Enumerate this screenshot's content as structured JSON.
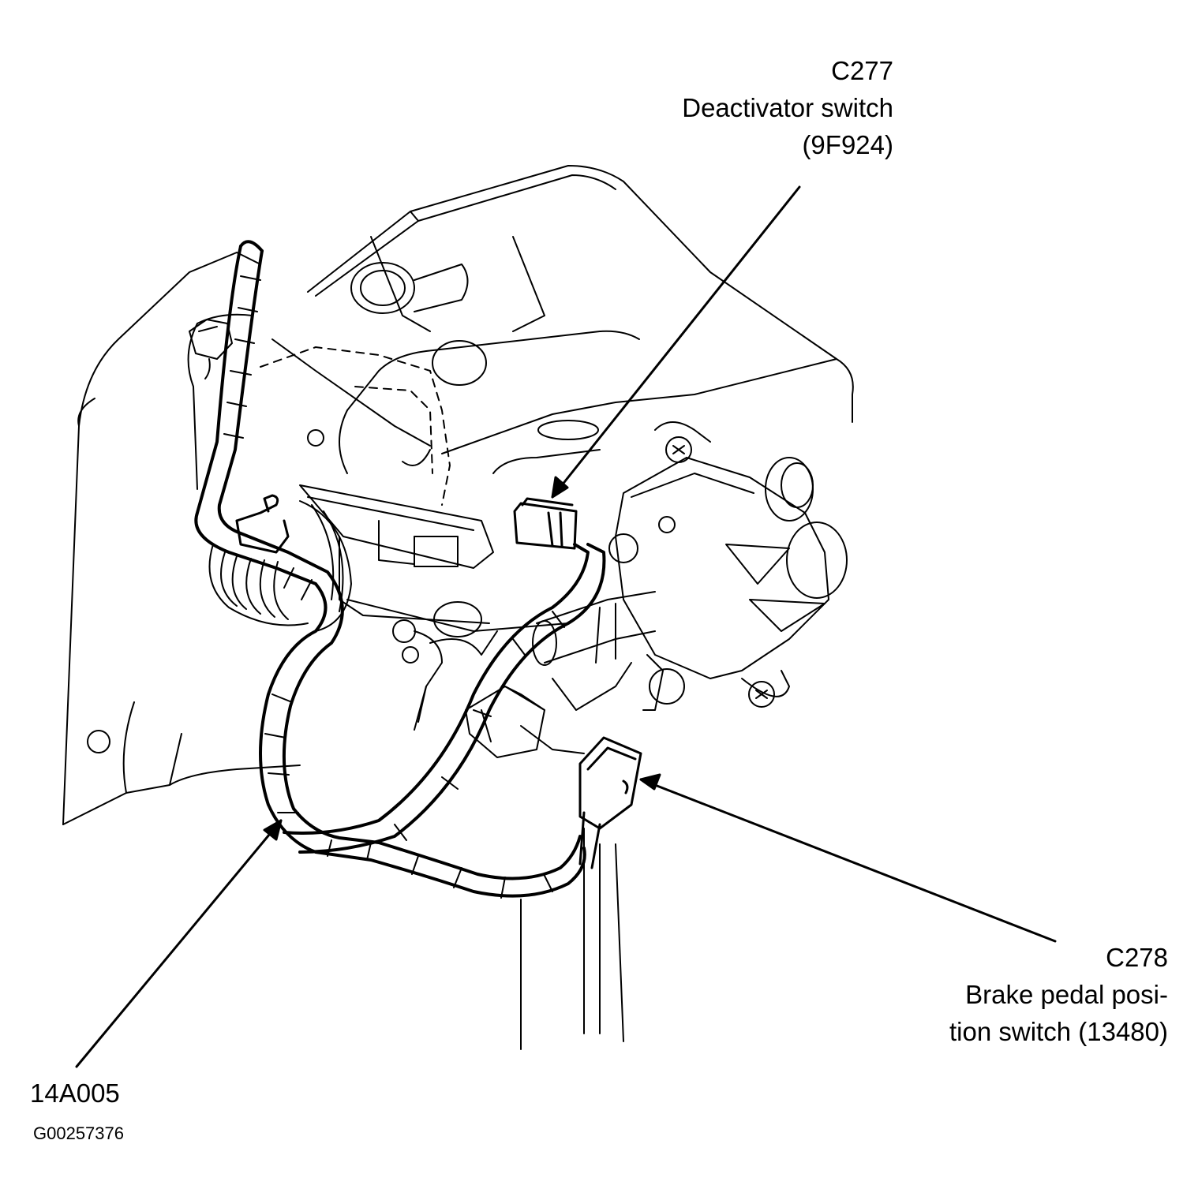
{
  "callouts": {
    "c277": {
      "connector": "C277",
      "line1": "Deactivator switch",
      "line2": "(9F924)"
    },
    "c278": {
      "connector": "C278",
      "line1": "Brake pedal posi-",
      "line2": "tion switch (13480)"
    },
    "harness": {
      "label": "14A005"
    }
  },
  "figure_id": "G00257376",
  "colors": {
    "ink": "#000000",
    "paper": "#ffffff"
  }
}
